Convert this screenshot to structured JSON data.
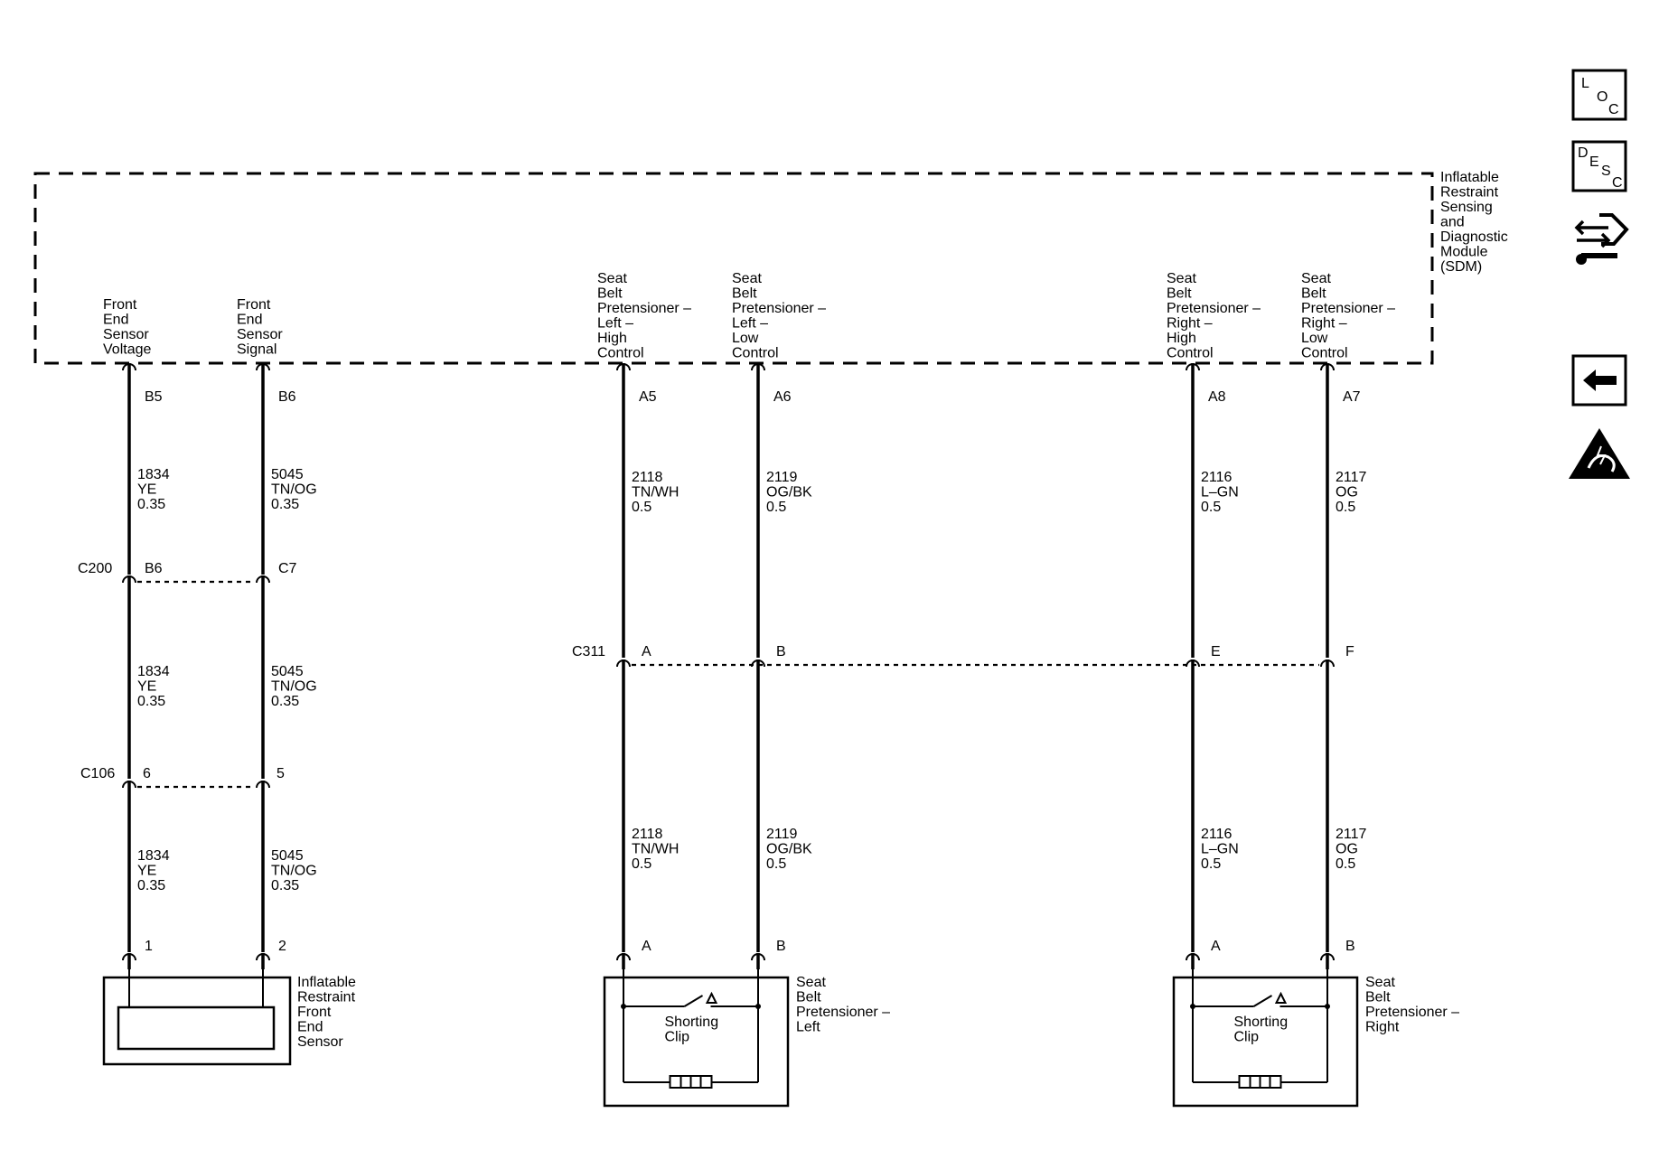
{
  "module": {
    "label": [
      "Inflatable",
      "Restraint",
      "Sensing",
      "and",
      "Diagnostic",
      "Module",
      "(SDM)"
    ]
  },
  "side_icons": {
    "loc": [
      "L",
      "O",
      "C"
    ],
    "desc": [
      "D",
      "E",
      "S",
      "C"
    ],
    "connector_icon": "connector-wrench-icon",
    "back_icon": "back-arrow-icon",
    "esd_icon": "esd-warning-icon"
  },
  "circuits": [
    {
      "id": "c1",
      "function": [
        "Front",
        "End",
        "Sensor",
        "Voltage"
      ],
      "sdm_pin": "B5",
      "segments": [
        [
          "1834",
          "YE",
          "0.35"
        ],
        [
          "1834",
          "YE",
          "0.35"
        ],
        [
          "1834",
          "YE",
          "0.35"
        ]
      ],
      "inline_pins": [
        "B6",
        "6"
      ],
      "component_pin": "1"
    },
    {
      "id": "c2",
      "function": [
        "Front",
        "End",
        "Sensor",
        "Signal"
      ],
      "sdm_pin": "B6",
      "segments": [
        [
          "5045",
          "TN/OG",
          "0.35"
        ],
        [
          "5045",
          "TN/OG",
          "0.35"
        ],
        [
          "5045",
          "TN/OG",
          "0.35"
        ]
      ],
      "inline_pins": [
        "C7",
        "5"
      ],
      "component_pin": "2"
    },
    {
      "id": "c3",
      "function": [
        "Seat",
        "Belt",
        "Pretensioner –",
        "Left –",
        "High",
        "Control"
      ],
      "sdm_pin": "A5",
      "segments": [
        [
          "2118",
          "TN/WH",
          "0.5"
        ],
        [
          "2118",
          "TN/WH",
          "0.5"
        ]
      ],
      "inline_pins": [
        "A"
      ],
      "component_pin": "A"
    },
    {
      "id": "c4",
      "function": [
        "Seat",
        "Belt",
        "Pretensioner –",
        "Left –",
        "Low",
        "Control"
      ],
      "sdm_pin": "A6",
      "segments": [
        [
          "2119",
          "OG/BK",
          "0.5"
        ],
        [
          "2119",
          "OG/BK",
          "0.5"
        ]
      ],
      "inline_pins": [
        "B"
      ],
      "component_pin": "B"
    },
    {
      "id": "c5",
      "function": [
        "Seat",
        "Belt",
        "Pretensioner –",
        "Right –",
        "High",
        "Control"
      ],
      "sdm_pin": "A8",
      "segments": [
        [
          "2116",
          "L–GN",
          "0.5"
        ],
        [
          "2116",
          "L–GN",
          "0.5"
        ]
      ],
      "inline_pins": [
        "E"
      ],
      "component_pin": "A"
    },
    {
      "id": "c6",
      "function": [
        "Seat",
        "Belt",
        "Pretensioner –",
        "Right –",
        "Low",
        "Control"
      ],
      "sdm_pin": "A7",
      "segments": [
        [
          "2117",
          "OG",
          "0.5"
        ],
        [
          "2117",
          "OG",
          "0.5"
        ]
      ],
      "inline_pins": [
        "F"
      ],
      "component_pin": "B"
    }
  ],
  "connectors": {
    "c200": "C200",
    "c106": "C106",
    "c311": "C311"
  },
  "components": {
    "front_sensor": [
      "Inflatable",
      "Restraint",
      "Front",
      "End",
      "Sensor"
    ],
    "pretensioner_left": [
      "Seat",
      "Belt",
      "Pretensioner –",
      "Left"
    ],
    "pretensioner_right": [
      "Seat",
      "Belt",
      "Pretensioner –",
      "Right"
    ],
    "shorting_clip": [
      "Shorting",
      "Clip"
    ]
  }
}
